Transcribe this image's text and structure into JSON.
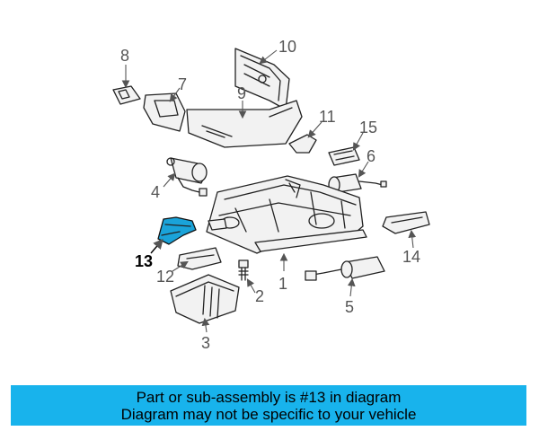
{
  "diagram": {
    "highlighted_part": "13",
    "callouts": [
      "1",
      "2",
      "3",
      "4",
      "5",
      "6",
      "7",
      "8",
      "9",
      "10",
      "11",
      "12",
      "13",
      "14",
      "15"
    ]
  },
  "banner": {
    "line1": "Part or sub-assembly is #13 in diagram",
    "line2": "Diagram may not be specific to your vehicle",
    "background": "#18b3ec"
  },
  "colors": {
    "highlight": "#1aa3d9"
  }
}
